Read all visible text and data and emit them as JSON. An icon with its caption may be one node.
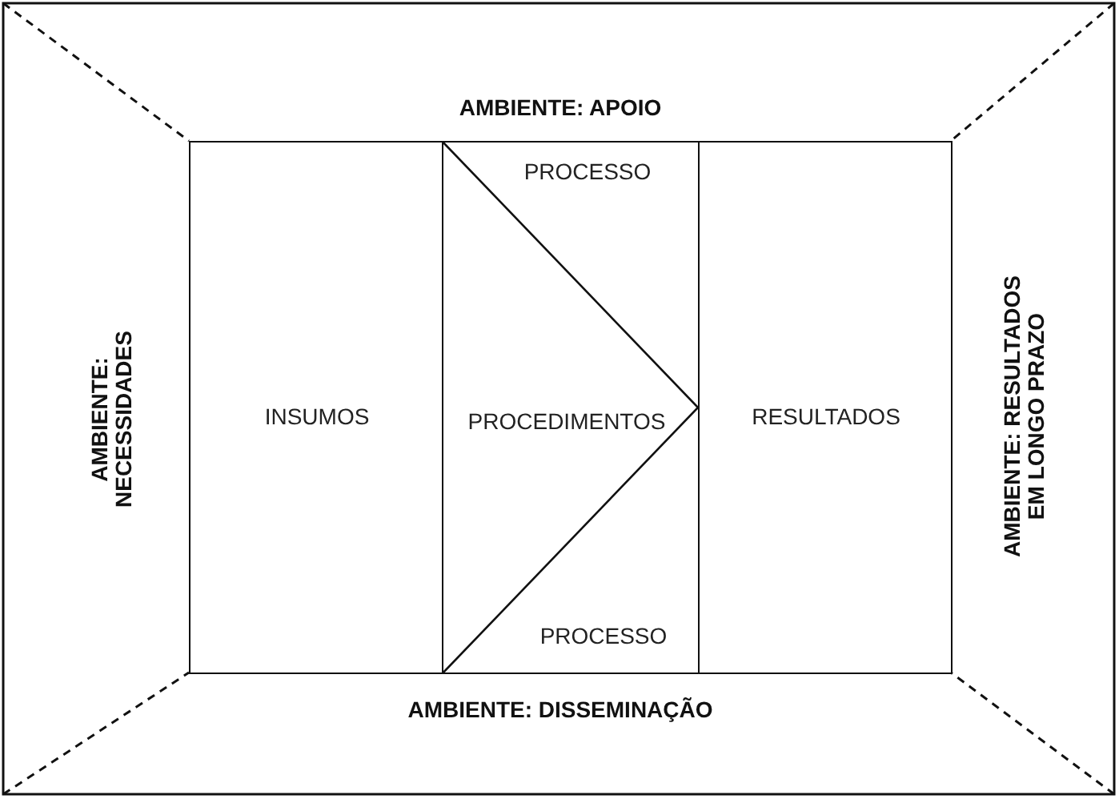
{
  "diagram": {
    "nodes": [
      {
        "text": [
          "AMBIENTE: APOIO"
        ]
      },
      {
        "text": [
          "AMBIENTE: NECESSIDADES"
        ]
      },
      {
        "text": [
          "INSUMOS"
        ]
      },
      {
        "text": [
          "PROCESSO",
          "PROCEDIMENTOS",
          "PROCESSO"
        ]
      },
      {
        "text": [
          "RESULTADOS"
        ]
      },
      {
        "text": [
          "AMBIENTE: RESULTADOS EM LONGO PRAZO"
        ]
      },
      {
        "text": [
          "AMBIENTE: DISSEMINAÇÃO"
        ]
      }
    ]
  }
}
